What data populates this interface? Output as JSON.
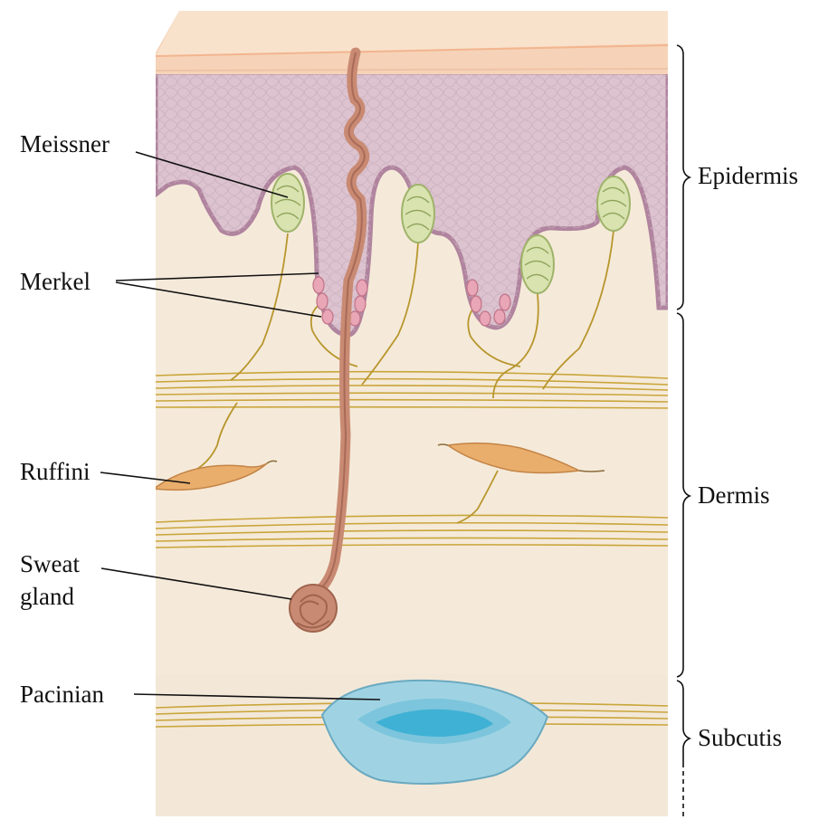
{
  "labels": {
    "meissner": "Meissner",
    "merkel": "Merkel",
    "ruffini": "Ruffini",
    "sweat_line1": "Sweat",
    "sweat_line2": "gland",
    "pacinian": "Pacinian"
  },
  "regions": {
    "epidermis": "Epidermis",
    "dermis": "Dermis",
    "subcutis": "Subcutis"
  },
  "colors": {
    "stratum_corneum": "#f6d3b8",
    "epidermis": "#dcc3cf",
    "epidermis_cells": "#b898ad",
    "dermis": "#f5ead9",
    "fiber": "#c9a53a",
    "meissner": "#d8e3b0",
    "merkel": "#e8a6b6",
    "ruffini": "#e9ae6c",
    "sweat_gland": "#c98a73",
    "pacinian": "#9fd3e3",
    "pacinian_core": "#3fb1d4"
  }
}
